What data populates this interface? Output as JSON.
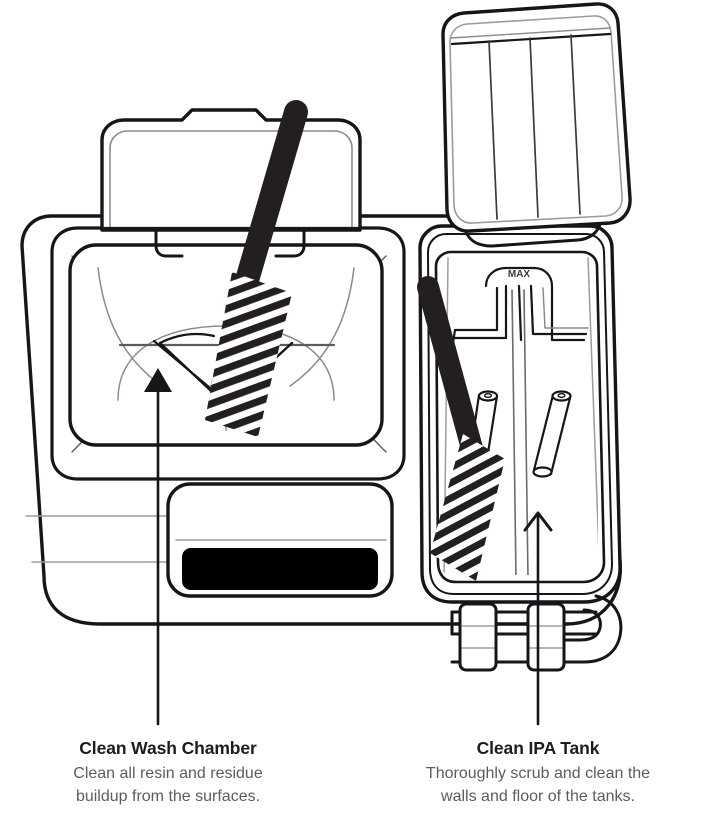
{
  "document": {
    "type": "instructional-illustration",
    "subject": "Resin 3D printer wash-and-cure station cleaning instructions",
    "background_color": "#ffffff"
  },
  "colors": {
    "outline": "#15151a",
    "outline_light": "#5a5a62",
    "outline_hairline": "#9b9ba2",
    "brush_dark": "#231f20",
    "screen_black": "#000000",
    "title_text": "#1d1d1f",
    "body_text": "#5b5c60",
    "panel_fill": "#ffffff",
    "panel_fill_soft": "#fcfcfd"
  },
  "device": {
    "name": "wash-and-cure-station",
    "parts": [
      {
        "name": "main-body",
        "label": "Main body"
      },
      {
        "name": "wash-chamber-lid",
        "label": "Wash chamber lid"
      },
      {
        "name": "wash-chamber",
        "label": "Wash chamber"
      },
      {
        "name": "display-screen",
        "label": "Display screen"
      },
      {
        "name": "ipa-tank",
        "label": "IPA tank"
      },
      {
        "name": "ipa-tank-lid",
        "label": "IPA tank lid"
      },
      {
        "name": "ipa-tank-feet",
        "label": "IPA tank feet"
      }
    ]
  },
  "tank_markings": {
    "max_fill_label": "MAX"
  },
  "tools": [
    {
      "name": "cleaning-brush-wash-chamber",
      "label": "Cleaning brush in wash chamber"
    },
    {
      "name": "cleaning-brush-ipa-tank",
      "label": "Cleaning brush in IPA tank"
    }
  ],
  "annotations": {
    "left": {
      "name": "clean-wash-chamber",
      "title": "Clean Wash Chamber",
      "body_lines": [
        "Clean all resin and residue",
        "buildup from the surfaces."
      ],
      "pointer": "arrow-up"
    },
    "right": {
      "name": "clean-ipa-tank",
      "title": "Clean IPA Tank",
      "body_lines": [
        "Thoroughly scrub and clean the",
        "walls and floor of the tanks."
      ],
      "pointer": "arrow-up"
    }
  }
}
